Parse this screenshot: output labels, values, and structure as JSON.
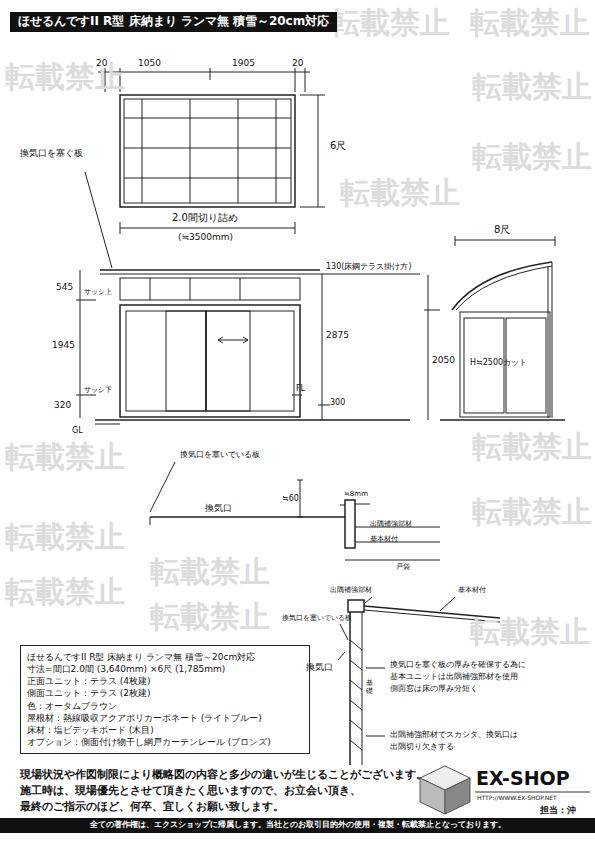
{
  "diagram": {
    "title": "ほせるんですII R型 床納まり ランマ無 積雪～20cm対応",
    "nodes": [
      {
        "text": [
          "ほせるんですII R型 床納まり ランマ無 積雪～20cm対応",
          "寸法=間口2.0間 (3,640mm) ×6尺 (1,785mm)",
          "正面ユニット：テラス (4枚建)",
          "側面ユニット：テラス (2枚建)",
          "色：オータムブラウン",
          "屋根材：熱線吸収アクアポリカーボネート (ライトブルー)",
          "床材：塩ビデッキボード (木目)",
          "オプション：側面付け物干し網戸カーテンレール (ブロンズ)"
        ]
      },
      {
        "text": [
          "全ての著作権は、エクスショップに帰属します。当社とのお取引目的外の使用・複製・転載禁止となっております。"
        ]
      }
    ],
    "labels": [
      "20",
      "1050",
      "1905",
      "20",
      "6尺",
      "換気口を塞ぐ板",
      "2.0間切り詰め",
      "(≒3500mm)",
      "8尺",
      "545",
      "サッシ上",
      "1945",
      "サッシ下",
      "320",
      "GL",
      "FL",
      "2875",
      "300",
      "130(床鋼テラス掛け方)",
      "2050",
      "H≒2500カット",
      "換気口を塞いでいる板",
      "換気口",
      "≒60",
      "≒8mm",
      "出隅補強部材",
      "基本材付",
      "戸袋",
      "出隅補強部材",
      "基本材付",
      "換気口を塞いでいる板",
      "換気口",
      "基礎",
      "換気口を塞ぐ板の厚みを確保する為に",
      "基本ユニットは出隅補強部材を使用",
      "側面窓は床の厚み分短く",
      "出隅補強部材でスカシタ、換気口は",
      "出隅切り欠きする",
      "現場状況や作図制限により概略図の内容と多少の違いが生じることがございます。",
      "施工時は、現場優先とさせて頂きたく思いますので、お立会い頂き、",
      "最終のご指示のほど、何卒、宜しくお願い致します。",
      "EX-SHOP",
      "HTTP://WWW.EX-SHOP.NET",
      "担当：沖",
      "転載禁止",
      "転載禁止",
      "転載禁止",
      "転載禁止",
      "転載禁止",
      "転載禁止",
      "転載禁止",
      "転載禁止",
      "転載禁止",
      "転載禁止",
      "転載禁止",
      "転載禁止",
      "転載禁止",
      "転載禁止"
    ]
  }
}
